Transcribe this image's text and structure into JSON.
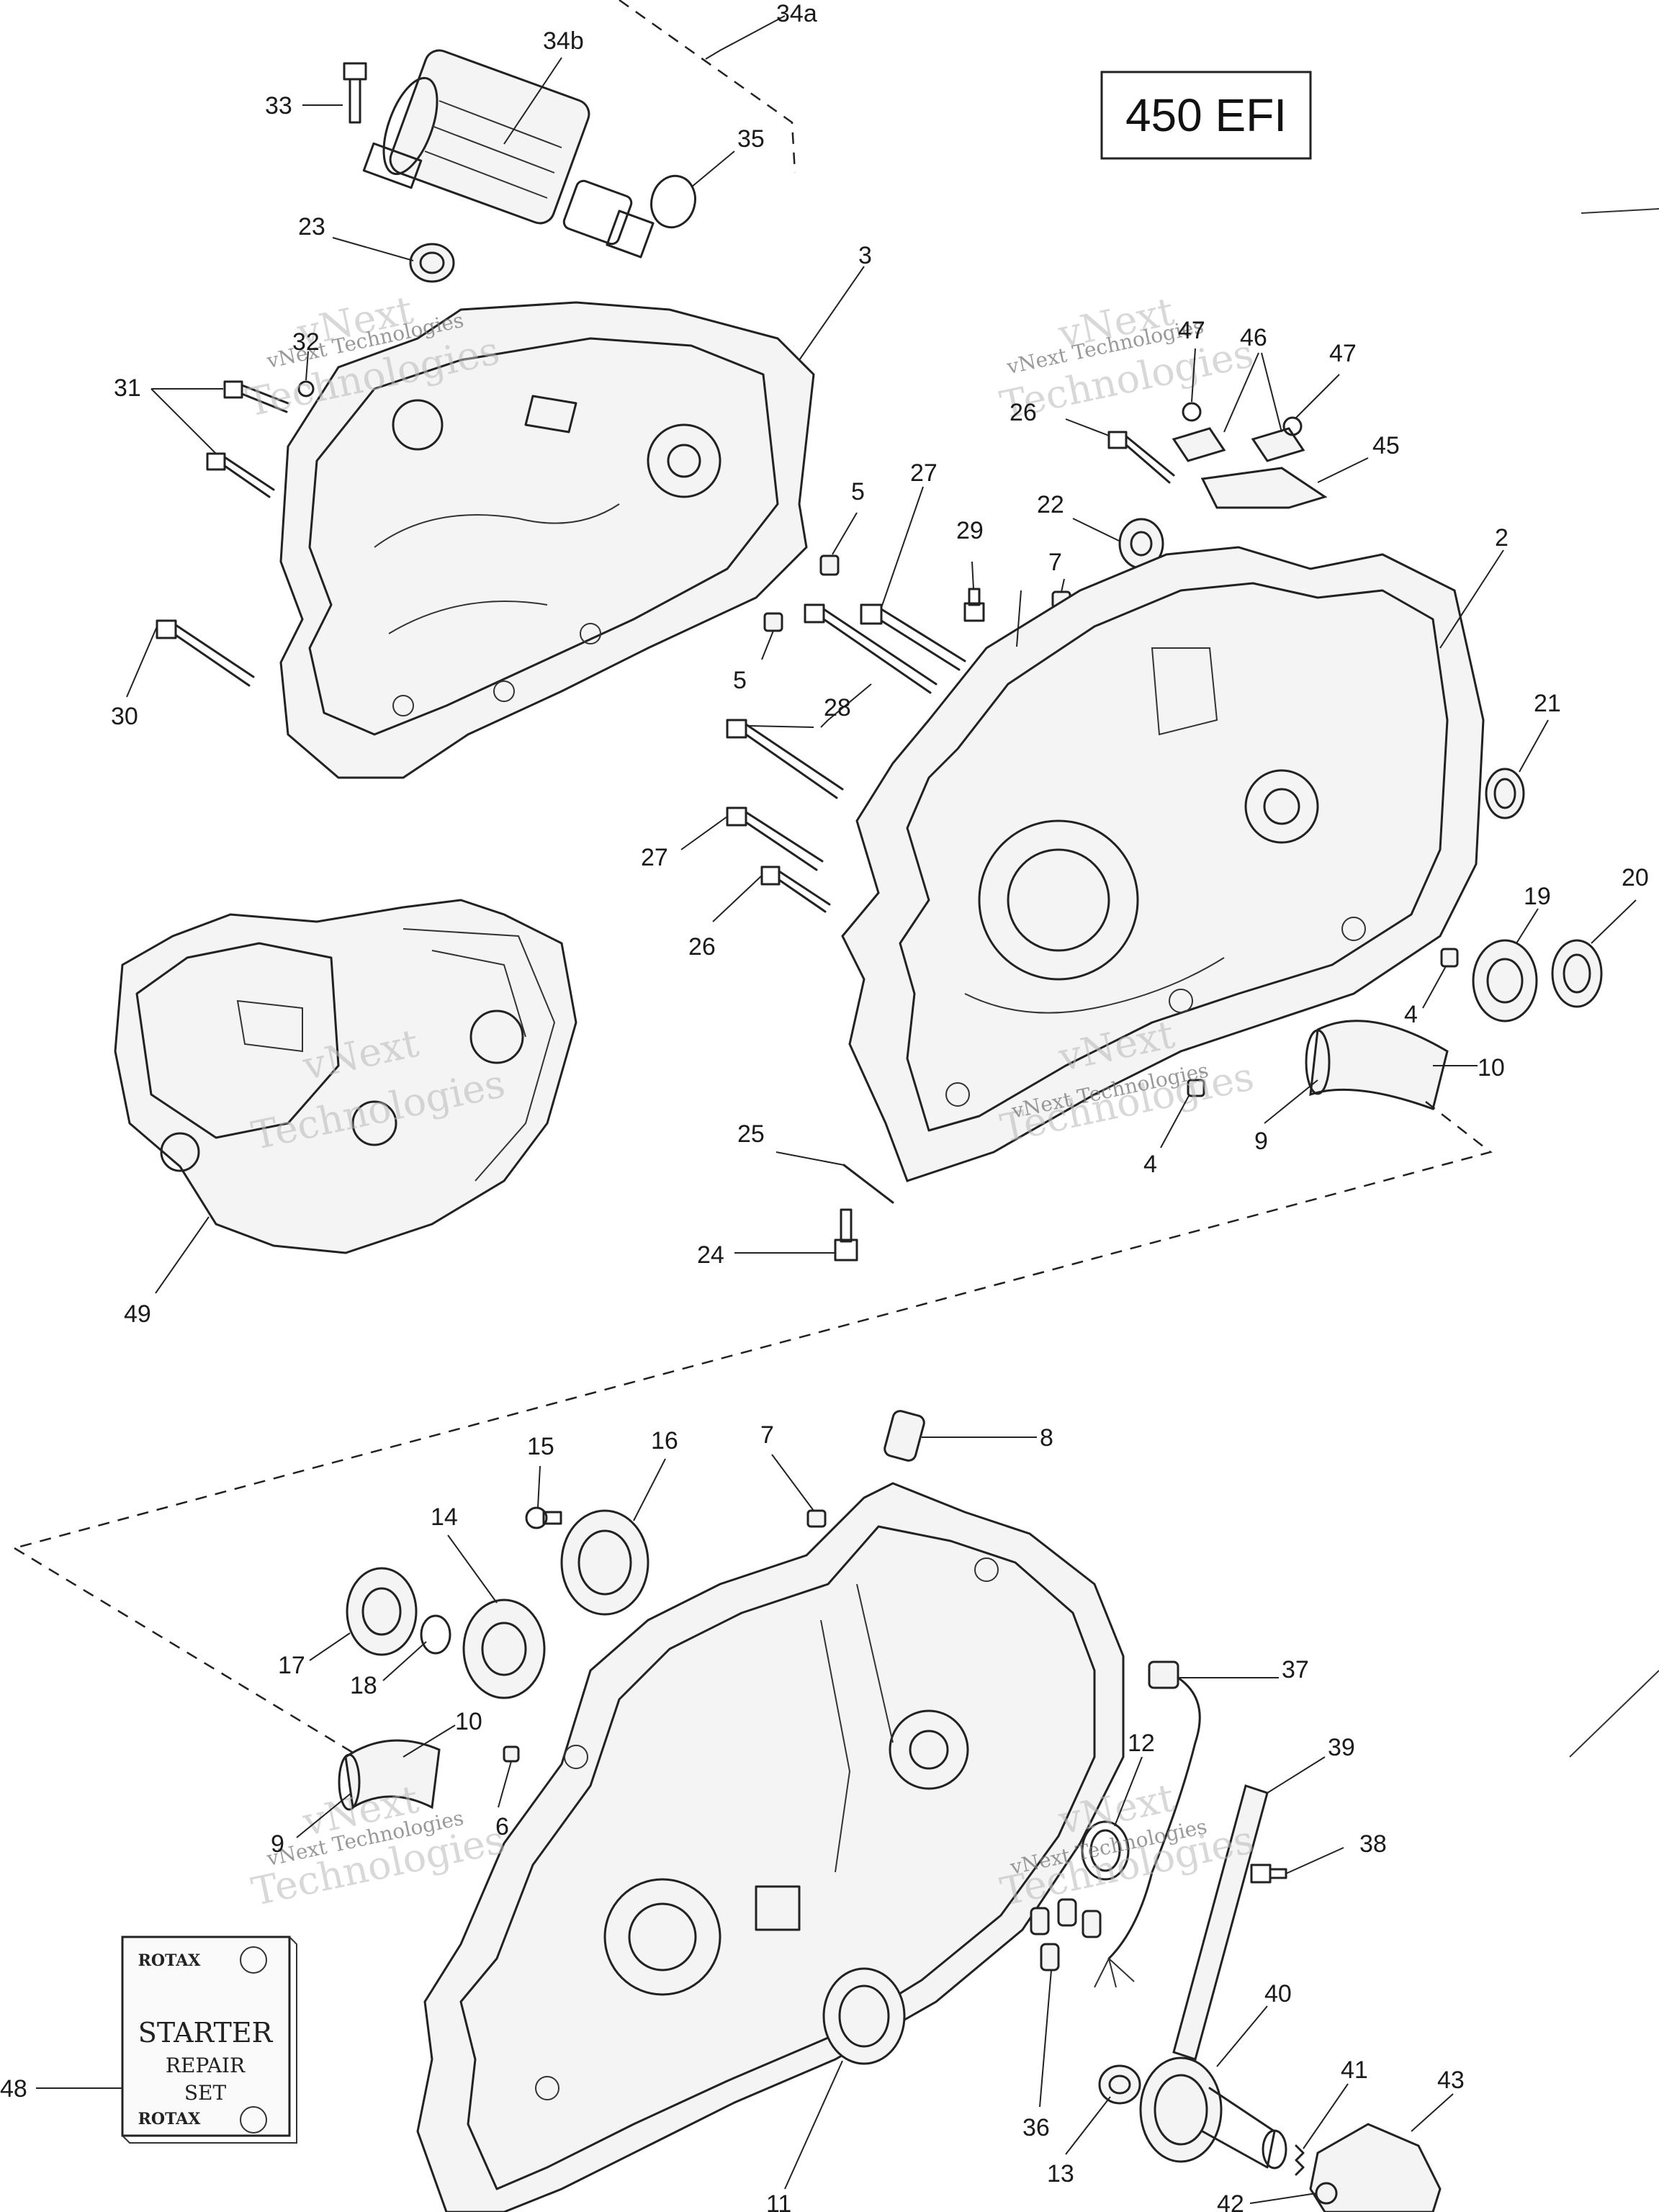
{
  "model_label": "450 EFI",
  "watermark": {
    "line1": "vNext",
    "line2": "Technologies",
    "small": "vNext Technologies"
  },
  "decal": {
    "brand_top": "ROTAX",
    "line1": "STARTER",
    "line2": "REPAIR",
    "line3": "SET",
    "brand_bottom": "ROTAX"
  },
  "callouts": {
    "c34a": "34a",
    "c34b": "34b",
    "c33": "33",
    "c35": "35",
    "c23": "23",
    "c3": "3",
    "c32": "32",
    "c31": "31",
    "c30": "30",
    "c47a": "47",
    "c46": "46",
    "c47b": "47",
    "c26a": "26",
    "c45": "45",
    "c22": "22",
    "c5a": "5",
    "c27a": "27",
    "c29": "29",
    "c7a": "7",
    "c2": "2",
    "c5b": "5",
    "c28": "28",
    "c21": "21",
    "c27b": "27",
    "c19": "19",
    "c20": "20",
    "c26b": "26",
    "c4a": "4",
    "c10a": "10",
    "c9a": "9",
    "c4b": "4",
    "c25": "25",
    "c24": "24",
    "c49": "49",
    "c15": "15",
    "c16": "16",
    "c7b": "7",
    "c8": "8",
    "c14": "14",
    "c17": "17",
    "c18": "18",
    "c10b": "10",
    "c9b": "9",
    "c6": "6",
    "c37": "37",
    "c12": "12",
    "c39": "39",
    "c38": "38",
    "c48": "48",
    "c36": "36",
    "c40": "40",
    "c41": "41",
    "c43": "43",
    "c13": "13",
    "c11": "11",
    "c42": "42"
  }
}
